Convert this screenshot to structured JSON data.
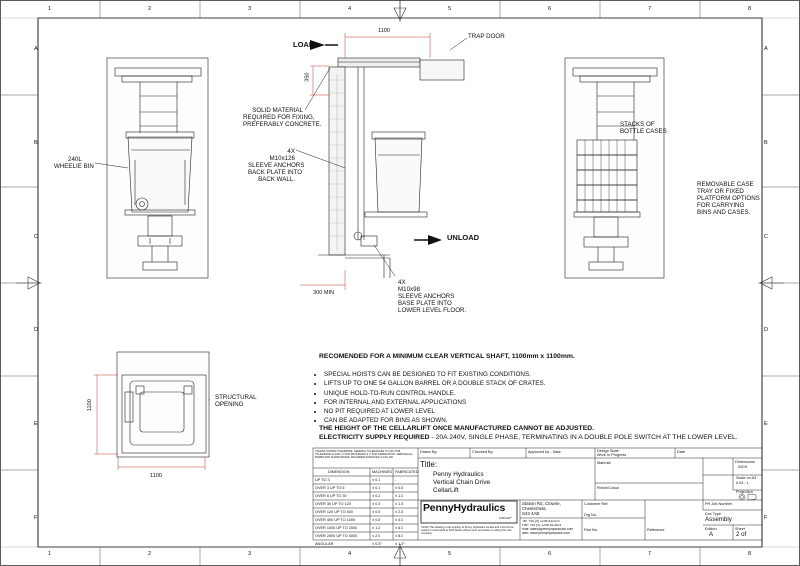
{
  "grid": {
    "columns": [
      "1",
      "2",
      "3",
      "4",
      "5",
      "6",
      "7",
      "8"
    ],
    "rows": [
      "A",
      "B",
      "C",
      "D",
      "E",
      "F"
    ]
  },
  "views": {
    "load_label": "LOAD",
    "unload_label": "UNLOAD",
    "width_dim": "1100",
    "height_dim": "350",
    "min_dim": "300 MIN",
    "plan_width_dim": "1100",
    "plan_depth_dim": "1100"
  },
  "callouts": {
    "trap_door": "TRAP DOOR",
    "solid_material": [
      "SOLID MATERIAL",
      "REQUIRED FOR FIXING,",
      "PREFERABLY CONCRETE."
    ],
    "wheelie_bin": [
      "240L",
      "WHEELIE BIN"
    ],
    "anchors_back": [
      "4X",
      "M10x126",
      "SLEEVE ANCHORS",
      "BACK PLATE INTO",
      "BACK WALL."
    ],
    "anchors_base": [
      "4X",
      "M10x98",
      "SLEEVE ANCHORS",
      "BASE PLATE INTO",
      "LOWER LEVEL FLOOR."
    ],
    "bottle_cases": [
      "STACKS OF",
      "BOTTLE CASES"
    ],
    "removable_case": [
      "REMOVABLE CASE",
      "TRAY OR FIXED",
      "PLATFORM OPTIONS",
      "FOR CARRYING",
      "BINS AND CASES."
    ],
    "structural_opening": [
      "STRUCTURAL",
      "OPENING"
    ]
  },
  "notes": {
    "heading": "RECOMENDED FOR A MINIMUM CLEAR VERTICAL SHAFT, 1100mm x 1100mm.",
    "bullets": [
      "SPECIAL HOISTS CAN BE DESIGNED TO FIT EXISTING CONDITIONS.",
      "LIFTS UP TO ONE 54 GALLON BARREL OR A DOUBLE STACK OF CRATES.",
      "UNIQUE HOLD-TO-RUN CONTROL HANDLE.",
      "FOR INTERNAL AND EXTERNAL APPLICATIONS",
      "NO PIT REQUIRED AT LOWER LEVEL",
      "CAN BE ADAPTED FOR BINS AS SHOWN."
    ],
    "height_warning": "THE HEIGHT OF THE CELLARLIFT ONCE MANUFACTURED CANNOT BE ADJUSTED.",
    "electricity_label": "ELECTRICITY SUPPLY REQUIRED",
    "electricity_detail": " - 20A 240V, SINGLE PHASE, TERMINATING IN A DOUBLE POLE SWITCH AT THE LOWER LEVEL."
  },
  "tolerance": {
    "intro": "UNLESS STATED OTHERWISE, GENERAL TOLERANCES TO ISO 2768 TOLERANCE CLASS 'm' FOR MACHINING & 'c' FOR FABRICATION. REMOVE ALL BURRS AND SHARP EDGES. MACHINED SURFACES 3.2 Ra 100",
    "headers": [
      "DIMENSION",
      "MACHINED",
      "FABRICATED"
    ],
    "rows": [
      [
        "UP TO 3",
        "± 0.1",
        "-"
      ],
      [
        "OVER 3 UP TO 6",
        "± 0.1",
        "± 0.5"
      ],
      [
        "OVER 6 UP TO 30",
        "± 0.2",
        "± 1.0"
      ],
      [
        "OVER 30 UP TO 120",
        "± 0.3",
        "± 1.5"
      ],
      [
        "OVER 120 UP TO 400",
        "± 0.5",
        "± 2.5"
      ],
      [
        "OVER 400 UP TO 1000",
        "± 0.8",
        "± 4.0"
      ],
      [
        "OVER 1000 UP TO 2000",
        "± 1.2",
        "± 6.0"
      ],
      [
        "OVER 2000 UP TO 4000",
        "± 2.0",
        "± 8.0"
      ],
      [
        "ANGULAR",
        "± 0.5°",
        "± 1.0°"
      ]
    ]
  },
  "title_block": {
    "drawn_by": "Drawn By:",
    "checked_by": "Checked By:",
    "approved_by": "Approved by - Date",
    "design_state": "Design State",
    "design_state_value": "Work In Progress",
    "date": "Date",
    "title_label": "Title:",
    "title_lines": [
      "Penny Hydraulics",
      "Vertical Chain Drive",
      "CellarLift"
    ],
    "material": "Material",
    "finish": "Finish/Colour",
    "dimensions": "Dimensions",
    "dimensions_value": "INCH",
    "scale": "Scale on A3",
    "scale_value": "0.04 : 1",
    "projection": "Projection",
    "brand": "PennyHydraulics",
    "group": "GROUP",
    "address": [
      "Station Rd, Clowne,",
      "Chesterfield,",
      "S43 4AB"
    ],
    "contacts": [
      "Tel: +44 (0) 1246 811475",
      "Fax: +44 (0) 1246 810403",
      "mail: sales@pennyhydraulics.com",
      "web: www.pennyhydraulics.com"
    ],
    "copyright": "©2016 This drawing is the property of Penny Hydraulics Limited and must not be copied or transmitted to third parties without prior permission in writing from the Company",
    "customer_ref": "Customer Ref.",
    "drg_no": "Drg No.",
    "part_no": "Part No.",
    "reference": "Reference",
    "ph_job": "PH Job Number",
    "doc_type": "Doc Type",
    "doc_type_value": "Assembly",
    "edition": "Edition",
    "edition_value": "A",
    "sheet": "Sheet",
    "sheet_value": "2 of"
  }
}
